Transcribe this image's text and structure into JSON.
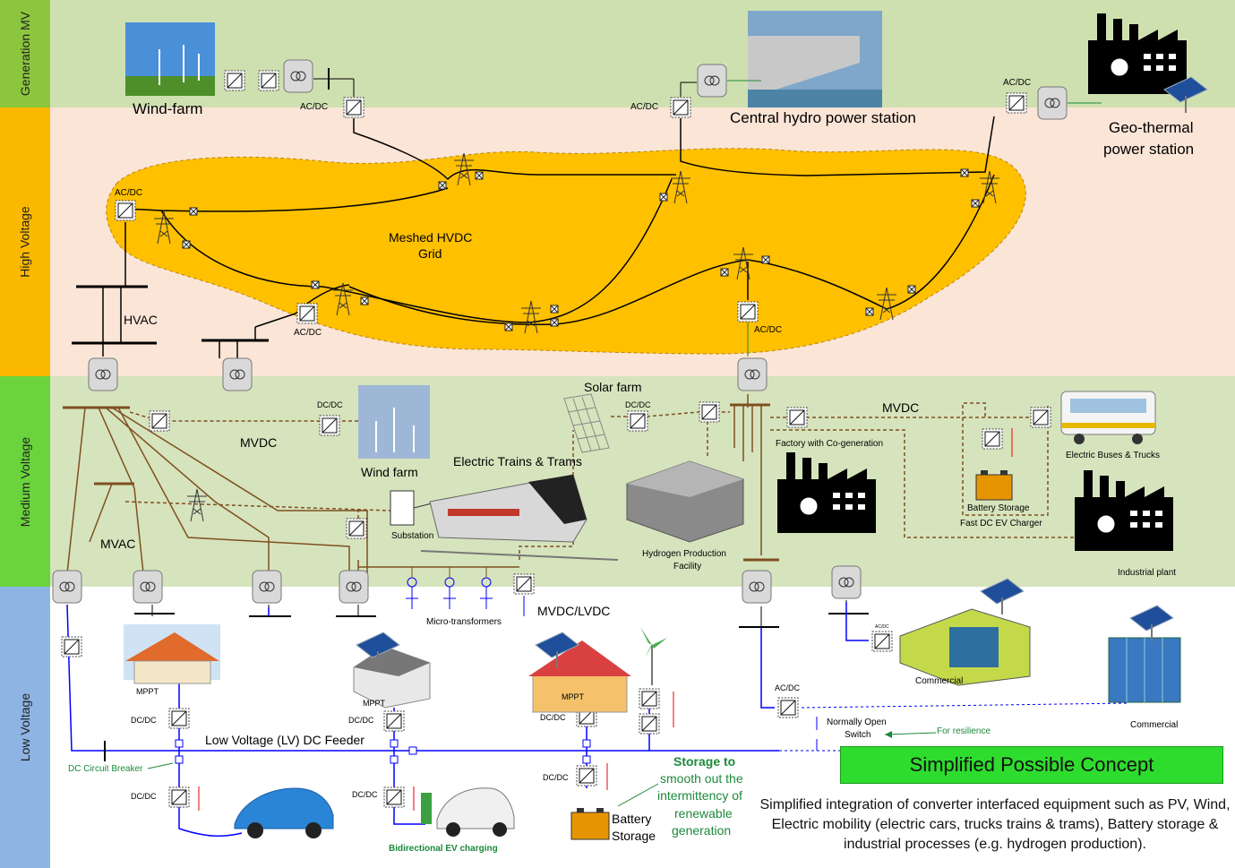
{
  "bands": {
    "generation": "Generation MV",
    "high": "High Voltage",
    "medium": "Medium Voltage",
    "low": "Low Voltage"
  },
  "colors": {
    "generation_band": "#cfe0b0",
    "high_band": "#fbe5d6",
    "medium_band": "#d6e4bd",
    "low_band": "#ffffff",
    "label_generation": "#8cc63f",
    "label_high": "#fbb800",
    "label_medium": "#6bd43d",
    "label_low": "#8eb4e3",
    "hvdc_grid": "#ffc000",
    "lv_feeder": "#0000ff",
    "mvdc_line": "#7f4f21",
    "concept_box": "#2edc2e"
  },
  "labels": {
    "wind_farm_gen": "Wind-farm",
    "acdc_1": "AC/DC",
    "hydro": "Central hydro power station",
    "acdc_2": "AC/DC",
    "acdc_3": "AC/DC",
    "geo_1": "Geo-thermal",
    "geo_2": "power station",
    "acdc_4": "AC/DC",
    "hvdc_1": "Meshed HVDC",
    "hvdc_2": "Grid",
    "hvac": "HVAC",
    "acdc_5": "AC/DC",
    "acdc_6": "AC/DC",
    "dcdc_mv": "DC/DC",
    "mvdc_1": "MVDC",
    "wind_farm_mv": "Wind farm",
    "solar_farm": "Solar farm",
    "dcdc_solar": "DC/DC",
    "mvdc_2": "MVDC",
    "factory": "Factory with Co-generation",
    "trains": "Electric Trains & Trams",
    "substation": "Substation",
    "hydrogen_1": "Hydrogen Production",
    "hydrogen_2": "Facility",
    "buses": "Electric Buses  & Trucks",
    "battery_storage_mv": "Battery Storage",
    "fast_ev": "Fast DC EV Charger",
    "industrial": "Industrial plant",
    "mvac": "MVAC",
    "micro_transformers": "Micro-transformers",
    "mvdc_lvdc": "MVDC/LVDC",
    "commercial_1": "Commercial",
    "commercial_2": "Commercial",
    "acdc_lv": "AC/DC",
    "acdc_lv_small": "AC/DC",
    "mppt_1": "MPPT",
    "mppt_2": "MPPT",
    "mppt_3": "MPPT",
    "dcdc_1": "DC/DC",
    "dcdc_2": "DC/DC",
    "dcdc_3": "DC/DC",
    "dcdc_4": "DC/DC",
    "dcdc_5": "DC/DC",
    "dcdc_6": "DC/DC",
    "lv_feeder": "Low Voltage (LV) DC Feeder",
    "dc_breaker": "DC Circuit Breaker",
    "normally_open_1": "Normally Open",
    "normally_open_2": "Switch",
    "resilience": "For resilience",
    "bidirectional": "Bidirectional EV charging",
    "battery_1": "Battery",
    "battery_2": "Storage",
    "storage_note_1": "Storage to",
    "storage_note_2": "smooth out the",
    "storage_note_3": "intermittency of",
    "storage_note_4": "renewable",
    "storage_note_5": "generation"
  },
  "concept_title": "Simplified Possible Concept",
  "description": "Simplified integration of converter interfaced equipment such as PV, Wind, Electric mobility (electric cars, trucks trains & trams), Battery storage & industrial processes (e.g. hydrogen production).",
  "icons": [
    "wind-turbine-icon",
    "transformer-icon",
    "converter-icon",
    "dam-icon",
    "factory-icon",
    "pylon-icon",
    "solar-panel-icon",
    "train-icon",
    "bus-icon",
    "house-icon",
    "car-icon",
    "battery-icon",
    "building-icon",
    "switch-icon"
  ]
}
